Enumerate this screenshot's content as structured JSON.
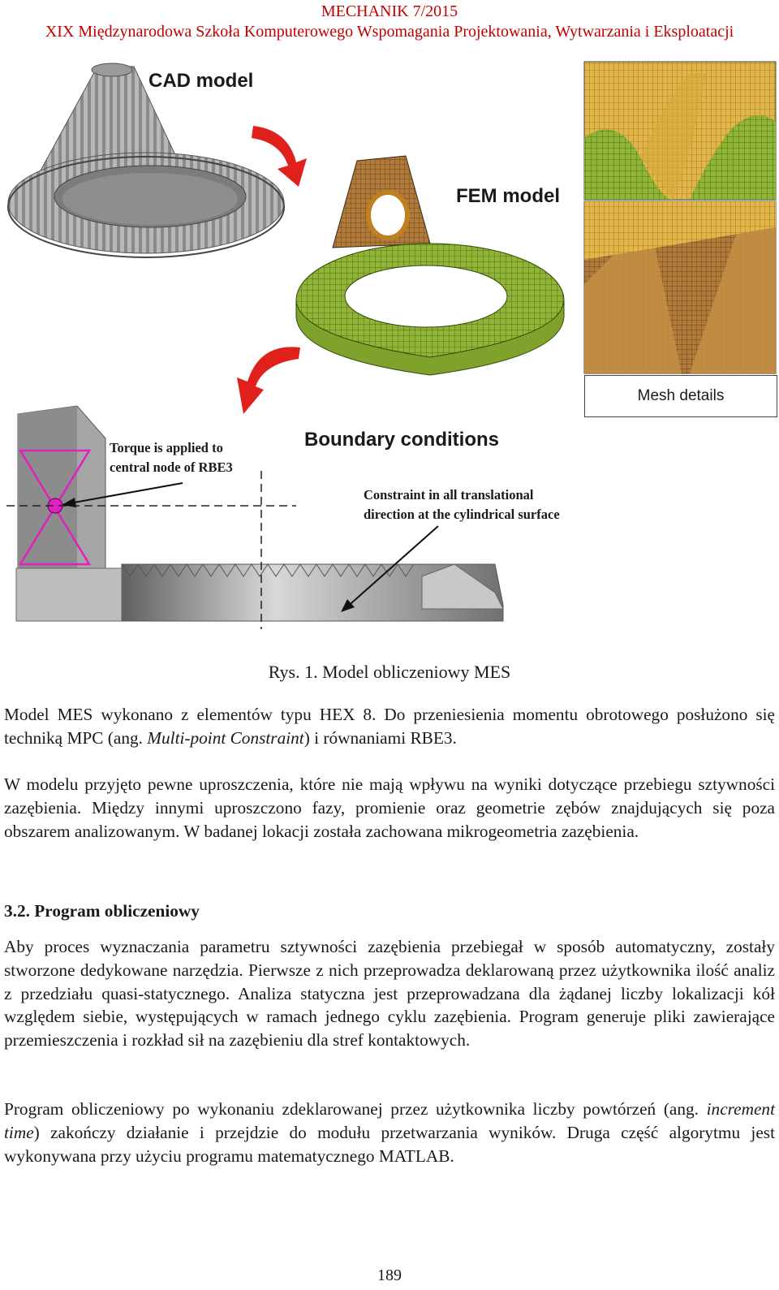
{
  "header": {
    "line1": "MECHANIK 7/2015",
    "line2": "XIX Międzynarodowa Szkoła Komputerowego Wspomagania Projektowania, Wytwarzania i Eksploatacji"
  },
  "figure": {
    "cad_label": "CAD model",
    "fem_label": "FEM model",
    "mesh_label": "Mesh details",
    "bc_label": "Boundary conditions",
    "torque_note_1": "Torque is applied to",
    "torque_note_2": "central node of RBE3",
    "constraint_note_1": "Constraint in all translational",
    "constraint_note_2": "direction at the cylindrical surface"
  },
  "caption": "Rys. 1. Model obliczeniowy MES",
  "p1": {
    "a": "Model MES wykonano z elementów typu HEX 8. Do przeniesienia momentu obrotowego posłużono się techniką MPC (ang. ",
    "italic": "Multi-point Constraint",
    "b": ") i równaniami RBE3."
  },
  "p2": "W modelu przyjęto pewne uproszczenia, które nie mają wpływu na wyniki dotyczące przebiegu sztywności zazębienia. Między innymi uproszczono fazy, promienie oraz geometrie zębów znajdujących się poza obszarem analizowanym. W badanej lokacji została zachowana mikrogeometria zazębienia.",
  "section_heading": "3.2. Program obliczeniowy",
  "p3": "Aby proces wyznaczania parametru sztywności zazębienia przebiegał w sposób automatyczny, zostały stworzone dedykowane narzędzia. Pierwsze z nich przeprowadza deklarowaną przez użytkownika ilość analiz z przedziału quasi-statycznego. Analiza statyczna jest przeprowadzana dla żądanej liczby lokalizacji kół względem siebie, występujących w ramach jednego cyklu zazębienia. Program generuje pliki zawierające przemieszczenia i rozkład sił na zazębieniu dla stref kontaktowych.",
  "p4": {
    "a": "Program obliczeniowy po wykonaniu zdeklarowanej przez użytkownika liczby powtórzeń (ang. ",
    "italic": "increment time",
    "b": ") zakończy działanie i przejdzie do modułu przetwarzania wyników. Druga część algorytmu jest wykonywana przy użyciu programu matematycznego MATLAB."
  },
  "page_number": "189"
}
